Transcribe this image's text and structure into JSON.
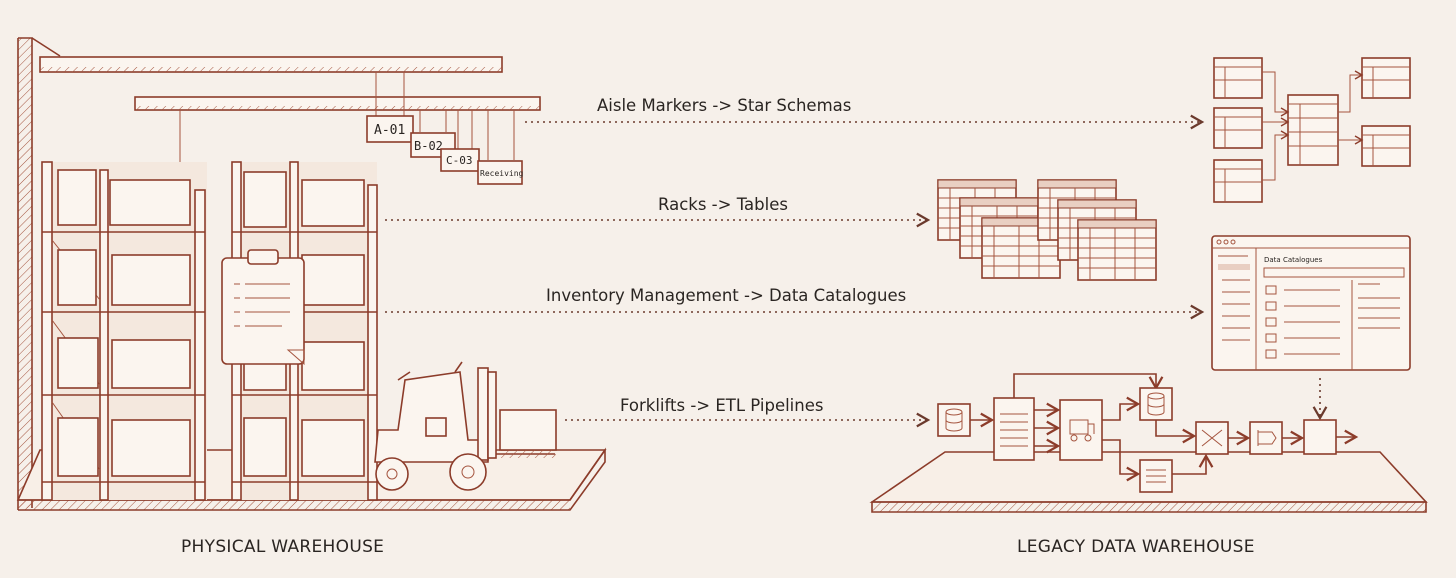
{
  "mappings": [
    {
      "label": "Aisle Markers -> Star Schemas"
    },
    {
      "label": "Racks -> Tables"
    },
    {
      "label": "Inventory Management -> Data Catalogues"
    },
    {
      "label": "Forklifts -> ETL Pipelines"
    }
  ],
  "captions": {
    "left": "PHYSICAL WAREHOUSE",
    "right": "LEGACY DATA WAREHOUSE"
  },
  "aisle_tags": [
    "A-01",
    "B-02",
    "C-03",
    "Receiving"
  ],
  "catalogue_title": "Data Catalogues",
  "colors": {
    "accent": "#8c3c2a",
    "background": "#f6f0ea",
    "text": "#2a2522"
  }
}
